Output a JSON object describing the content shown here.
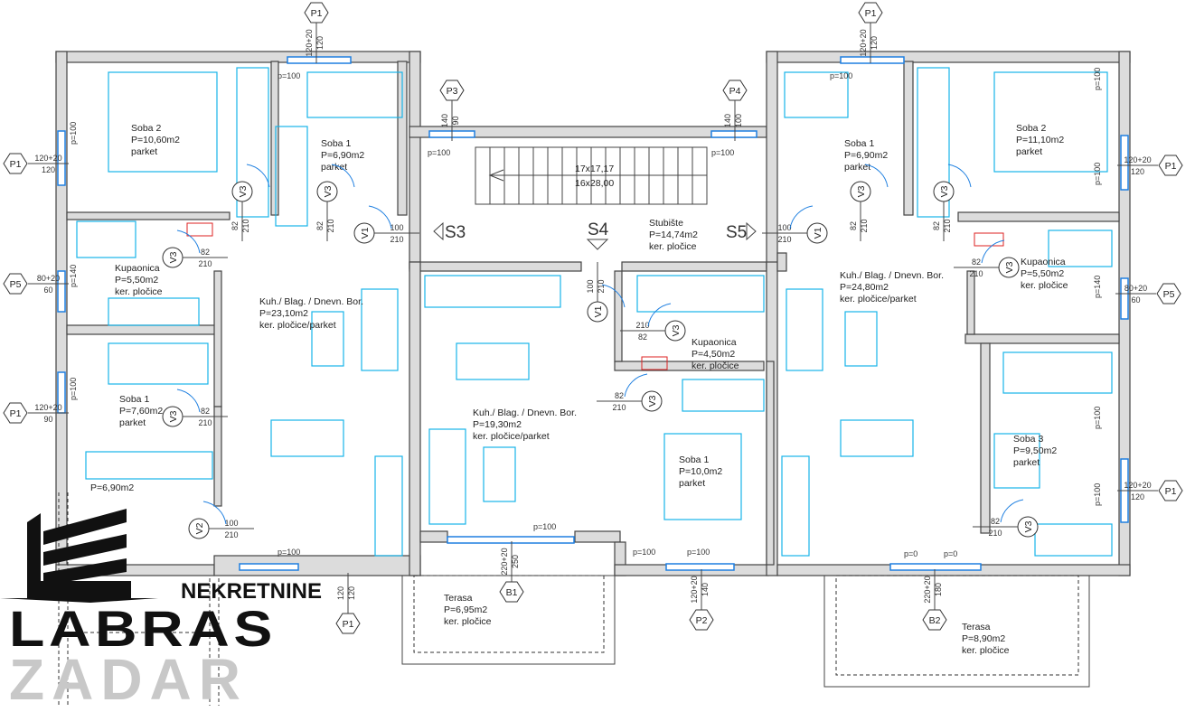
{
  "colors": {
    "wall": "#dcdcdc",
    "furniture": "#17b4e8",
    "window": "#1e7fe0",
    "logo_dark": "#111111",
    "logo_gray": "#c8c8c8"
  },
  "rooms": [
    {
      "lines": [
        "Soba 2",
        "P=10,60m2",
        "parket"
      ]
    },
    {
      "lines": [
        "Soba 1",
        "P=6,90m2",
        "parket"
      ]
    },
    {
      "lines": [
        "Kupaonica",
        "P=5,50m2",
        "ker. pločice"
      ]
    },
    {
      "lines": [
        "Kuh./ Blag. / Dnevn. Bor.",
        "P=23,10m2",
        "ker. pločice/parket"
      ]
    },
    {
      "lines": [
        "Soba 1",
        "P=7,60m2",
        "parket"
      ]
    },
    {
      "lines": [
        "P=6,90m2"
      ]
    },
    {
      "lines": [
        "Stubište",
        "P=14,74m2",
        "ker. pločice"
      ]
    },
    {
      "lines": [
        "Kuh./ Blag. / Dnevn. Bor.",
        "P=19,30m2",
        "ker. pločice/parket"
      ]
    },
    {
      "lines": [
        "Kupaonica",
        "P=4,50m2",
        "ker. pločice"
      ]
    },
    {
      "lines": [
        "Soba 1",
        "P=10,0m2",
        "parket"
      ]
    },
    {
      "lines": [
        "Terasa",
        "P=6,95m2",
        "ker. pločice"
      ]
    },
    {
      "lines": [
        "Soba 1",
        "P=6,90m2",
        "parket"
      ]
    },
    {
      "lines": [
        "Soba 2",
        "P=11,10m2",
        "parket"
      ]
    },
    {
      "lines": [
        "Kupaonica",
        "P=5,50m2",
        "ker. pločice"
      ]
    },
    {
      "lines": [
        "Kuh./ Blag. / Dnevn. Bor.",
        "P=24,80m2",
        "ker. pločice/parket"
      ]
    },
    {
      "lines": [
        "Soba 3",
        "P=9,50m2",
        "parket"
      ]
    },
    {
      "lines": [
        "Terasa",
        "P=8,90m2",
        "ker. pločice"
      ]
    }
  ],
  "window_markers": [
    {
      "label": "P1",
      "dims": [
        "120+20",
        "120"
      ]
    },
    {
      "label": "P3",
      "dims": [
        "140",
        "90"
      ]
    },
    {
      "label": "P4",
      "dims": [
        "140",
        "100"
      ]
    },
    {
      "label": "P1",
      "dims": [
        "120+20",
        "120"
      ]
    },
    {
      "label": "P1",
      "dims": [
        "120+20",
        "120"
      ]
    },
    {
      "label": "P5",
      "dims": [
        "80+20",
        "60"
      ]
    },
    {
      "label": "P1",
      "dims": [
        "120+20",
        "90"
      ]
    },
    {
      "label": "P1",
      "dims": [
        "120",
        "120"
      ]
    },
    {
      "label": "B1",
      "dims": [
        "220+20",
        "250"
      ]
    },
    {
      "label": "P2",
      "dims": [
        "120+20",
        "140"
      ]
    },
    {
      "label": "B2",
      "dims": [
        "220+20",
        "180"
      ]
    },
    {
      "label": "P1",
      "dims": [
        "120+20",
        "120"
      ]
    },
    {
      "label": "P5",
      "dims": [
        "80+20",
        "60"
      ]
    },
    {
      "label": "P1",
      "dims": [
        "120+20",
        "120"
      ]
    }
  ],
  "doors": [
    {
      "label": "V3",
      "dims": [
        "82",
        "210"
      ]
    },
    {
      "label": "V3",
      "dims": [
        "82",
        "210"
      ]
    },
    {
      "label": "V1",
      "dims": [
        "100",
        "210"
      ]
    },
    {
      "label": "V3",
      "dims": [
        "82",
        "210"
      ]
    },
    {
      "label": "V3",
      "dims": [
        "82",
        "210"
      ]
    },
    {
      "label": "V2",
      "dims": [
        "100",
        "210"
      ]
    },
    {
      "label": "V1",
      "dims": [
        "100",
        "210"
      ]
    },
    {
      "label": "V3",
      "dims": [
        "210",
        "82"
      ]
    },
    {
      "label": "V3",
      "dims": [
        "82",
        "210"
      ]
    },
    {
      "label": "V1",
      "dims": [
        "100",
        "210"
      ]
    },
    {
      "label": "V3",
      "dims": [
        "82",
        "210"
      ]
    },
    {
      "label": "V3",
      "dims": [
        "82",
        "210"
      ]
    },
    {
      "label": "V3",
      "dims": [
        "82",
        "210"
      ]
    },
    {
      "label": "V3",
      "dims": [
        "82",
        "210"
      ]
    }
  ],
  "sill_labels": [
    "p=100",
    "p=100",
    "p=100",
    "p=100",
    "p=100",
    "p=100",
    "p=100",
    "p=140",
    "p=100",
    "p=100",
    "p=0",
    "p=100",
    "p=0",
    "p=100",
    "p=100",
    "p=140",
    "p=100",
    "p=100"
  ],
  "sections": [
    "S3",
    "S4",
    "S5"
  ],
  "stairs": {
    "rise": "17x17,17",
    "tread": "16x28,00"
  },
  "logo": {
    "line1": "NEKRETNINE",
    "line2": "LABRAS",
    "line3": "ZADAR"
  }
}
